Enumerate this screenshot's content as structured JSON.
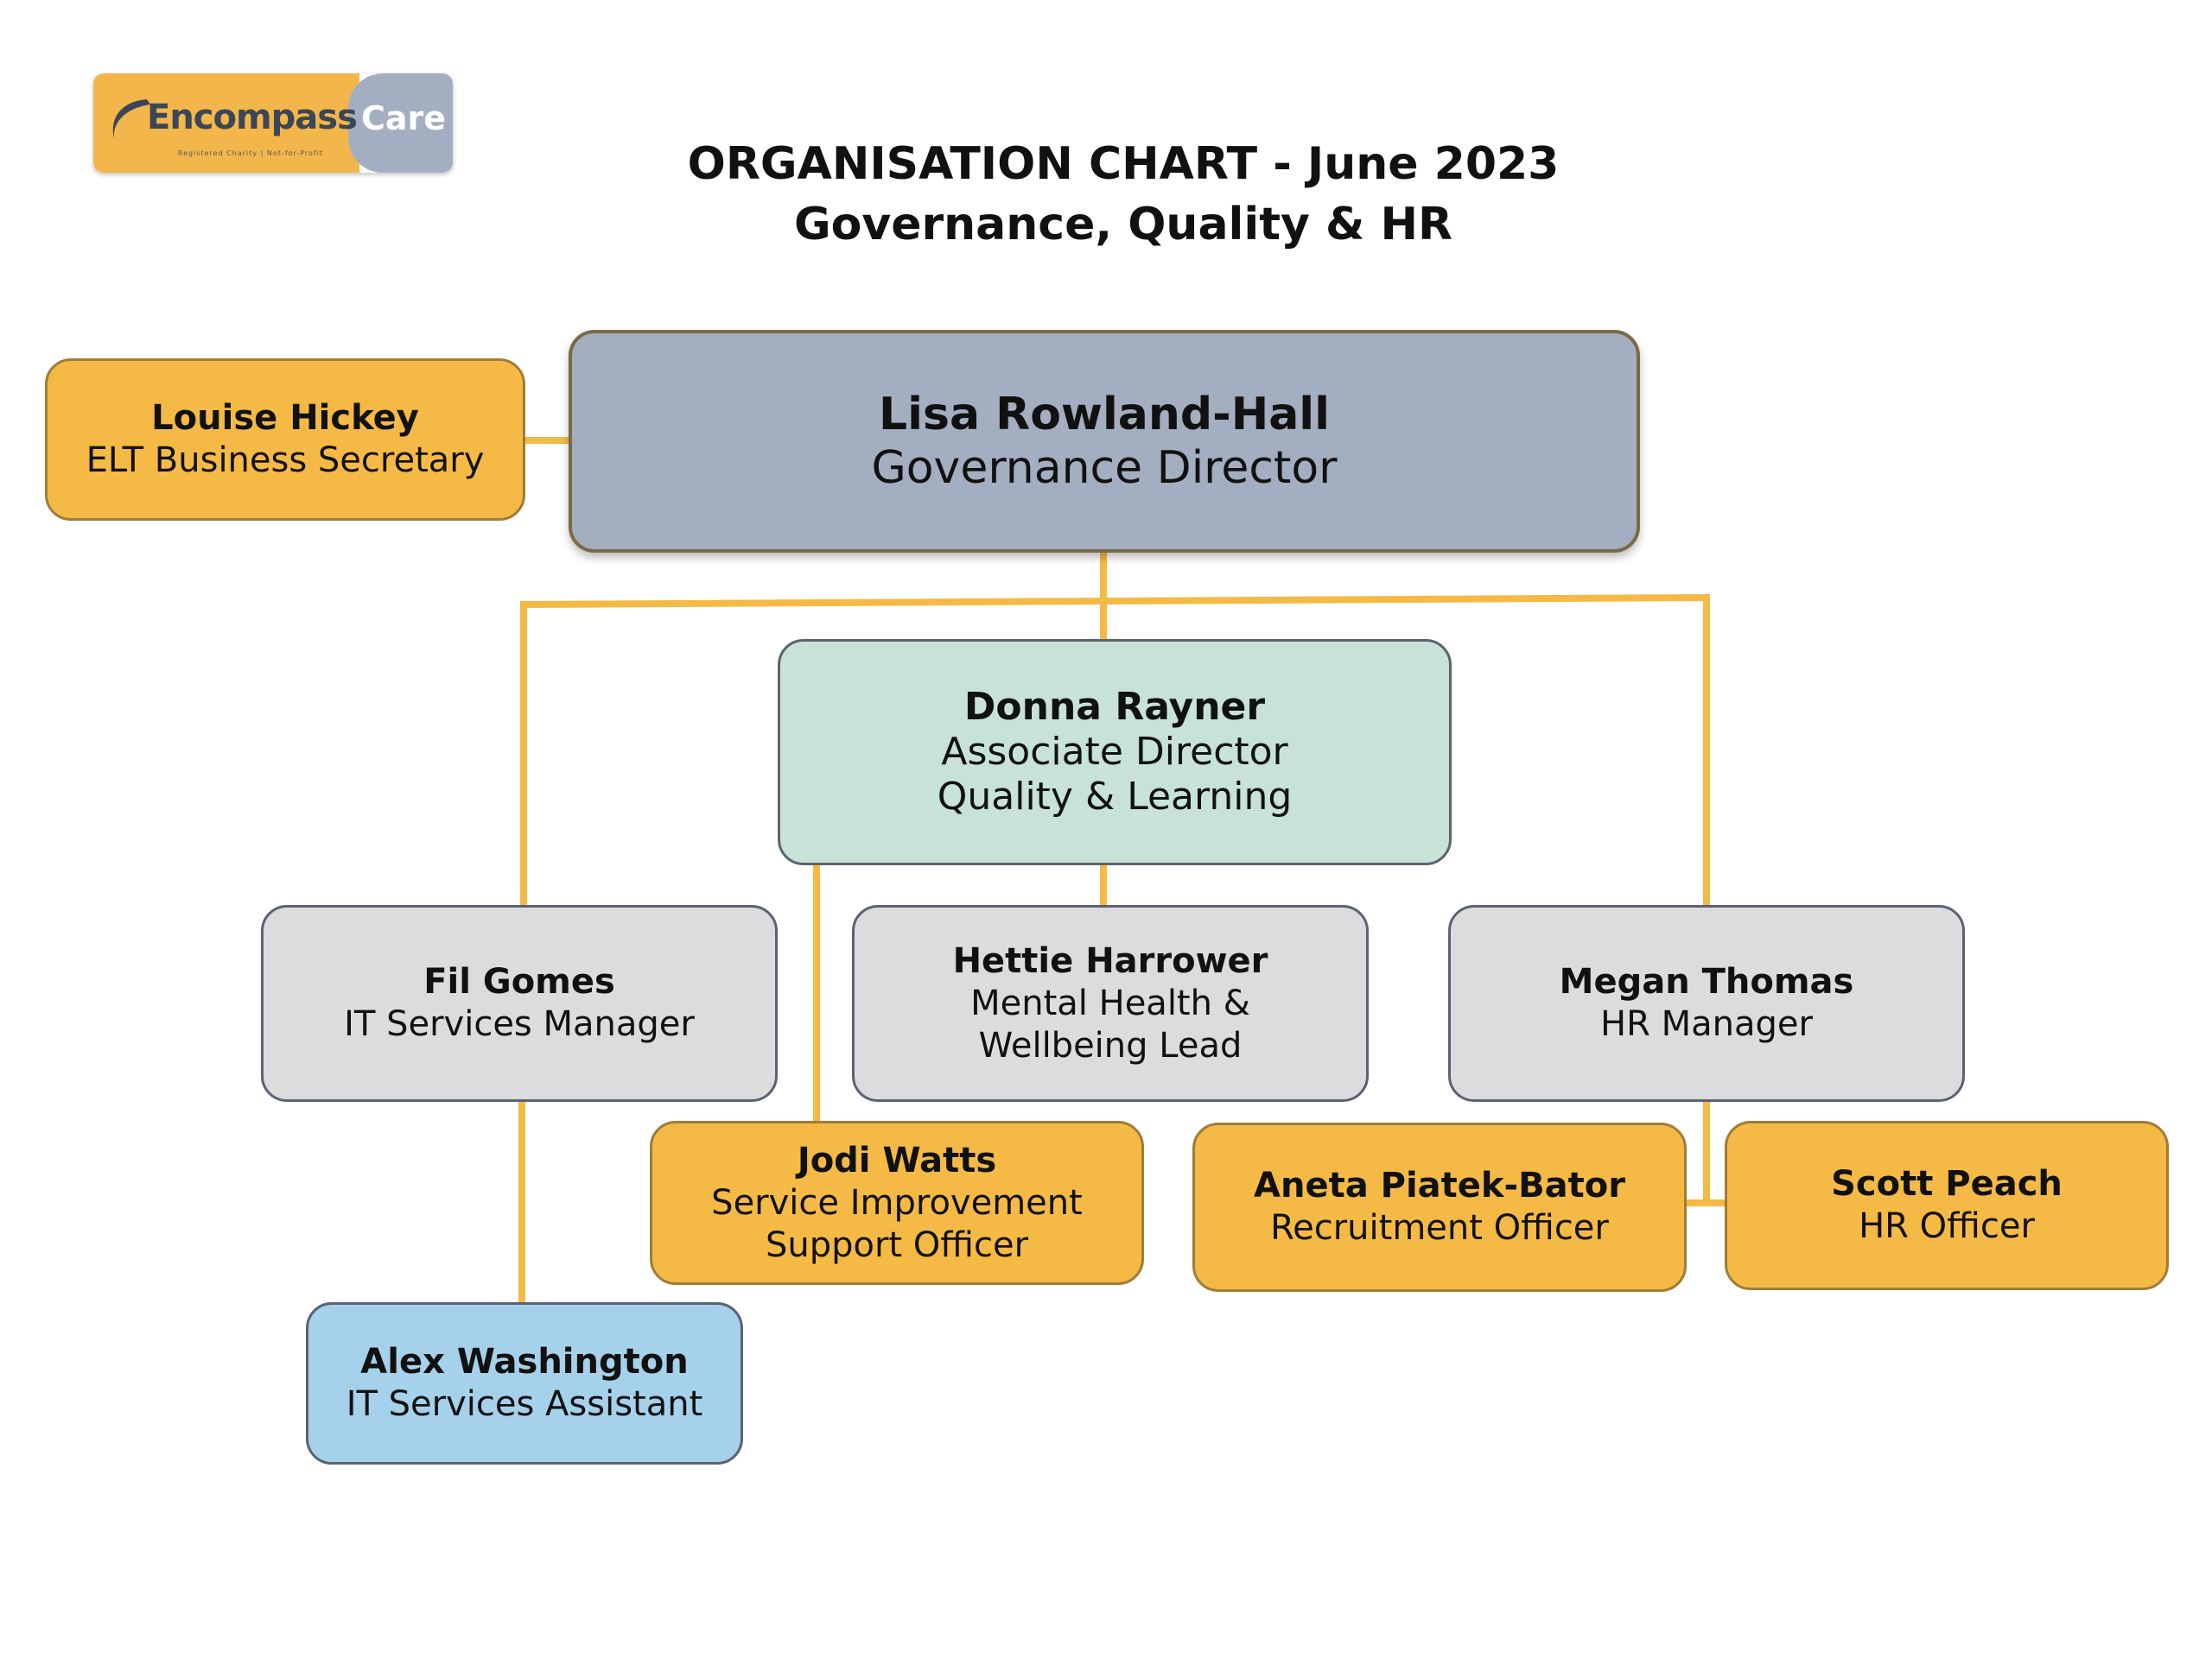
{
  "logo": {
    "brand": "Encompass",
    "suffix": "Care",
    "tagline": "Registered Charity | Not-for-Profit"
  },
  "title": {
    "line1": "ORGANISATION CHART  - June  2023",
    "line2": "Governance, Quality & HR"
  },
  "colors": {
    "connector": "#f5ba45",
    "gold": "#f5ba45",
    "slate": "#a3aec0",
    "mint": "#c7e2d6",
    "grey": "#dcdcde",
    "sky": "#a6d1ea"
  },
  "nodes": {
    "director": {
      "name": "Lisa Rowland-Hall",
      "role": "Governance Director"
    },
    "secretary": {
      "name": "Louise Hickey",
      "role": "ELT Business Secretary"
    },
    "associate": {
      "name": "Donna Rayner",
      "role1": "Associate Director",
      "role2": "Quality & Learning"
    },
    "it_manager": {
      "name": "Fil Gomes",
      "role": "IT Services Manager"
    },
    "wellbeing": {
      "name": "Hettie Harrower",
      "role1": "Mental Health &",
      "role2": "Wellbeing Lead"
    },
    "hr_manager": {
      "name": "Megan Thomas",
      "role": "HR Manager"
    },
    "service_improvement": {
      "name": "Jodi Watts",
      "role1": "Service Improvement",
      "role2": "Support Officer"
    },
    "recruitment": {
      "name": "Aneta Piatek-Bator",
      "role": "Recruitment Officer"
    },
    "hr_officer": {
      "name": "Scott Peach",
      "role": "HR Officer"
    },
    "it_assistant": {
      "name": "Alex Washington",
      "role": "IT Services Assistant"
    }
  }
}
